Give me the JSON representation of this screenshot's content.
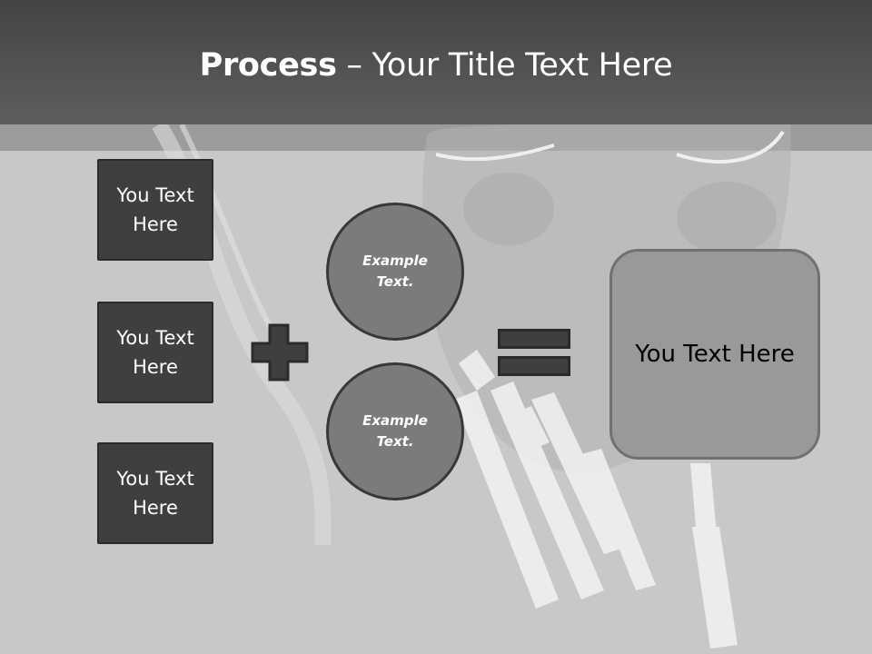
{
  "slide": {
    "title": {
      "bold": "Process",
      "rest": " – Your Title Text Here"
    },
    "left_boxes": [
      {
        "label": "You Text Here"
      },
      {
        "label": "You Text Here"
      },
      {
        "label": "You Text Here"
      }
    ],
    "operator_plus": "plus-icon",
    "circles": [
      {
        "label": "Example Text."
      },
      {
        "label": "Example Text."
      }
    ],
    "operator_equals": "equals-icon",
    "result_box": {
      "label": "You Text Here"
    },
    "background_image": "skeleton-hand-over-skull",
    "colors": {
      "title_bar_top": "#444444",
      "title_bar_bottom": "#5e5e5e",
      "band": "#9c9c9c",
      "background": "#c8c8c8",
      "dark_box": "#3f3f3f",
      "circle": "#7b7b7b",
      "result_box": "#999999"
    }
  }
}
